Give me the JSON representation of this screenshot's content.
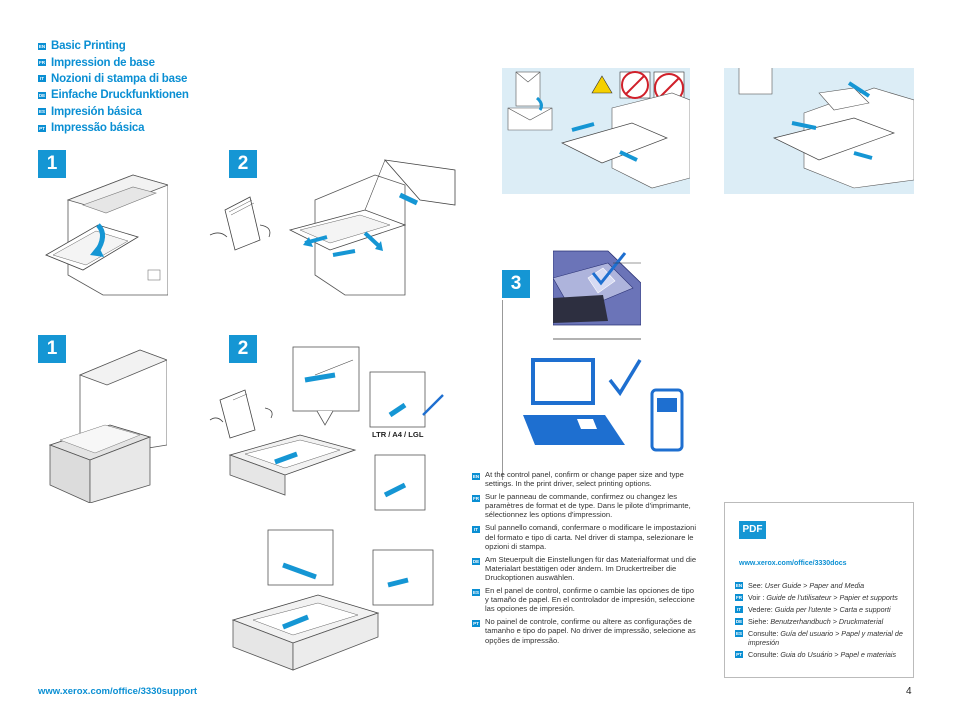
{
  "titles": [
    {
      "lang": "EN",
      "text": "Basic Printing"
    },
    {
      "lang": "FR",
      "text": "Impression de base"
    },
    {
      "lang": "IT",
      "text": "Nozioni di stampa di base"
    },
    {
      "lang": "DE",
      "text": "Einfache Druckfunktionen"
    },
    {
      "lang": "ES",
      "text": "Impresión básica"
    },
    {
      "lang": "PT",
      "text": "Impressão básica"
    }
  ],
  "steps": {
    "tray_1": "1",
    "tray_2": "2",
    "cassette_1": "1",
    "cassette_2": "2",
    "confirm": "3"
  },
  "paper_label": "LTR / A4 / LGL",
  "instructions": [
    {
      "lang": "EN",
      "text": "At the control panel, confirm or change paper size and type settings. In the print driver, select printing options."
    },
    {
      "lang": "FR",
      "text": "Sur le panneau de commande, confirmez ou changez les paramètres de format et de type. Dans le pilote d'imprimante, sélectionnez les options d'impression."
    },
    {
      "lang": "IT",
      "text": "Sul pannello comandi, confermare o modificare le impostazioni del formato e tipo di carta. Nel driver di stampa, selezionare le opzioni di stampa."
    },
    {
      "lang": "DE",
      "text": "Am Steuerpult die Einstellungen für das Materialformat und die Materialart bestätigen oder ändern. Im Druckertreiber die Druckoptionen auswählen."
    },
    {
      "lang": "ES",
      "text": "En el panel de control, confirme o cambie las opciones de tipo y tamaño de papel. En el controlador de impresión, seleccione las opciones de impresión."
    },
    {
      "lang": "PT",
      "text": "No painel de controle, confirme ou altere as configurações de tamanho e tipo do papel. No driver de impressão, selecione as opções de impressão."
    }
  ],
  "pdf": {
    "icon_label": "PDF",
    "url": "www.xerox.com/office/3330docs",
    "refs": [
      {
        "lang": "EN",
        "prefix": "See: ",
        "text": "User Guide > Paper and Media"
      },
      {
        "lang": "FR",
        "prefix": "Voir : ",
        "text": "Guide de l'utilisateur > Papier et supports"
      },
      {
        "lang": "IT",
        "prefix": "Vedere: ",
        "text": "Guida per l'utente > Carta e supporti"
      },
      {
        "lang": "DE",
        "prefix": "Siehe: ",
        "text": "Benutzerhandbuch > Druckmaterial"
      },
      {
        "lang": "ES",
        "prefix": "Consulte: ",
        "text": "Guía del usuario > Papel y material de impresión"
      },
      {
        "lang": "PT",
        "prefix": "Consulte: ",
        "text": "Guia do Usuário > Papel e materiais"
      }
    ]
  },
  "footer": {
    "url": "www.xerox.com/office/3330support",
    "page": "4"
  },
  "colors": {
    "brand_blue": "#1596d4",
    "panel_bg": "#dcedf6",
    "check_blue": "#1e6fd0",
    "warning_yellow": "#f5d000",
    "prohibit_red": "#d0202a"
  }
}
